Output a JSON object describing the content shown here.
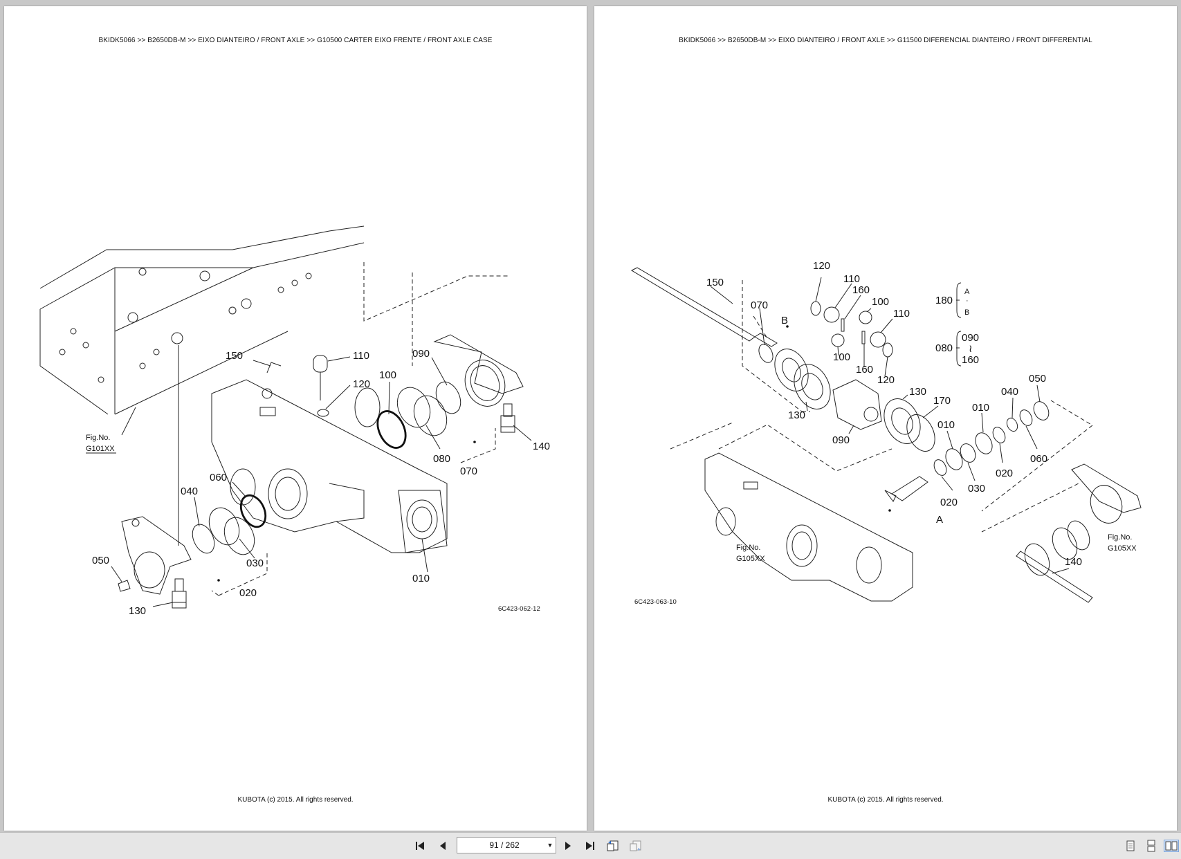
{
  "left_page": {
    "header": "BKIDK5066 >> B2650DB-M >> EIXO DIANTEIRO / FRONT AXLE >> G10500   CARTER EIXO FRENTE / FRONT AXLE CASE",
    "footer": "KUBOTA (c) 2015. All rights reserved.",
    "figure_code": "6C423-062-12",
    "fig_ref_label": "Fig.No.",
    "fig_ref": "G101XX",
    "callouts": {
      "c150": "150",
      "c110": "110",
      "c120": "120",
      "c100": "100",
      "c090": "090",
      "c140": "140",
      "c080": "080",
      "c070": "070",
      "c060": "060",
      "c040": "040",
      "c050": "050",
      "c030": "030",
      "c020": "020",
      "c130": "130",
      "c010": "010"
    }
  },
  "right_page": {
    "header": "BKIDK5066 >> B2650DB-M >> EIXO DIANTEIRO / FRONT AXLE >> G11500   DIFERENCIAL DIANTEIRO / FRONT DIFFERENTIAL",
    "footer": "KUBOTA (c) 2015. All rights reserved.",
    "figure_code": "6C423-063-10",
    "fig_ref_label": "Fig.No.",
    "fig_ref_left": "G105XX",
    "fig_ref_right": "G105XX",
    "callouts": {
      "c150": "150",
      "c070": "070",
      "cB": "B",
      "c120a": "120",
      "c110a": "110",
      "c160a": "160",
      "c100a": "100",
      "c110b": "110",
      "c100b": "100",
      "c160b": "160",
      "c120b": "120",
      "c130a": "130",
      "c090": "090",
      "c130b": "130",
      "c170": "170",
      "c010a": "010",
      "c010b": "010",
      "c040": "040",
      "c050": "050",
      "c060": "060",
      "c020a": "020",
      "c030": "030",
      "c020b": "020",
      "cA": "A",
      "c140": "140"
    },
    "legend": {
      "key1": "180",
      "key1_top": "A",
      "key1_mid": "·",
      "key1_bottom": "B",
      "key2": "080",
      "key2_top": "090",
      "key2_mid": "≀",
      "key2_bottom": "160"
    }
  },
  "toolbar": {
    "page_indicator": "91 / 262"
  }
}
